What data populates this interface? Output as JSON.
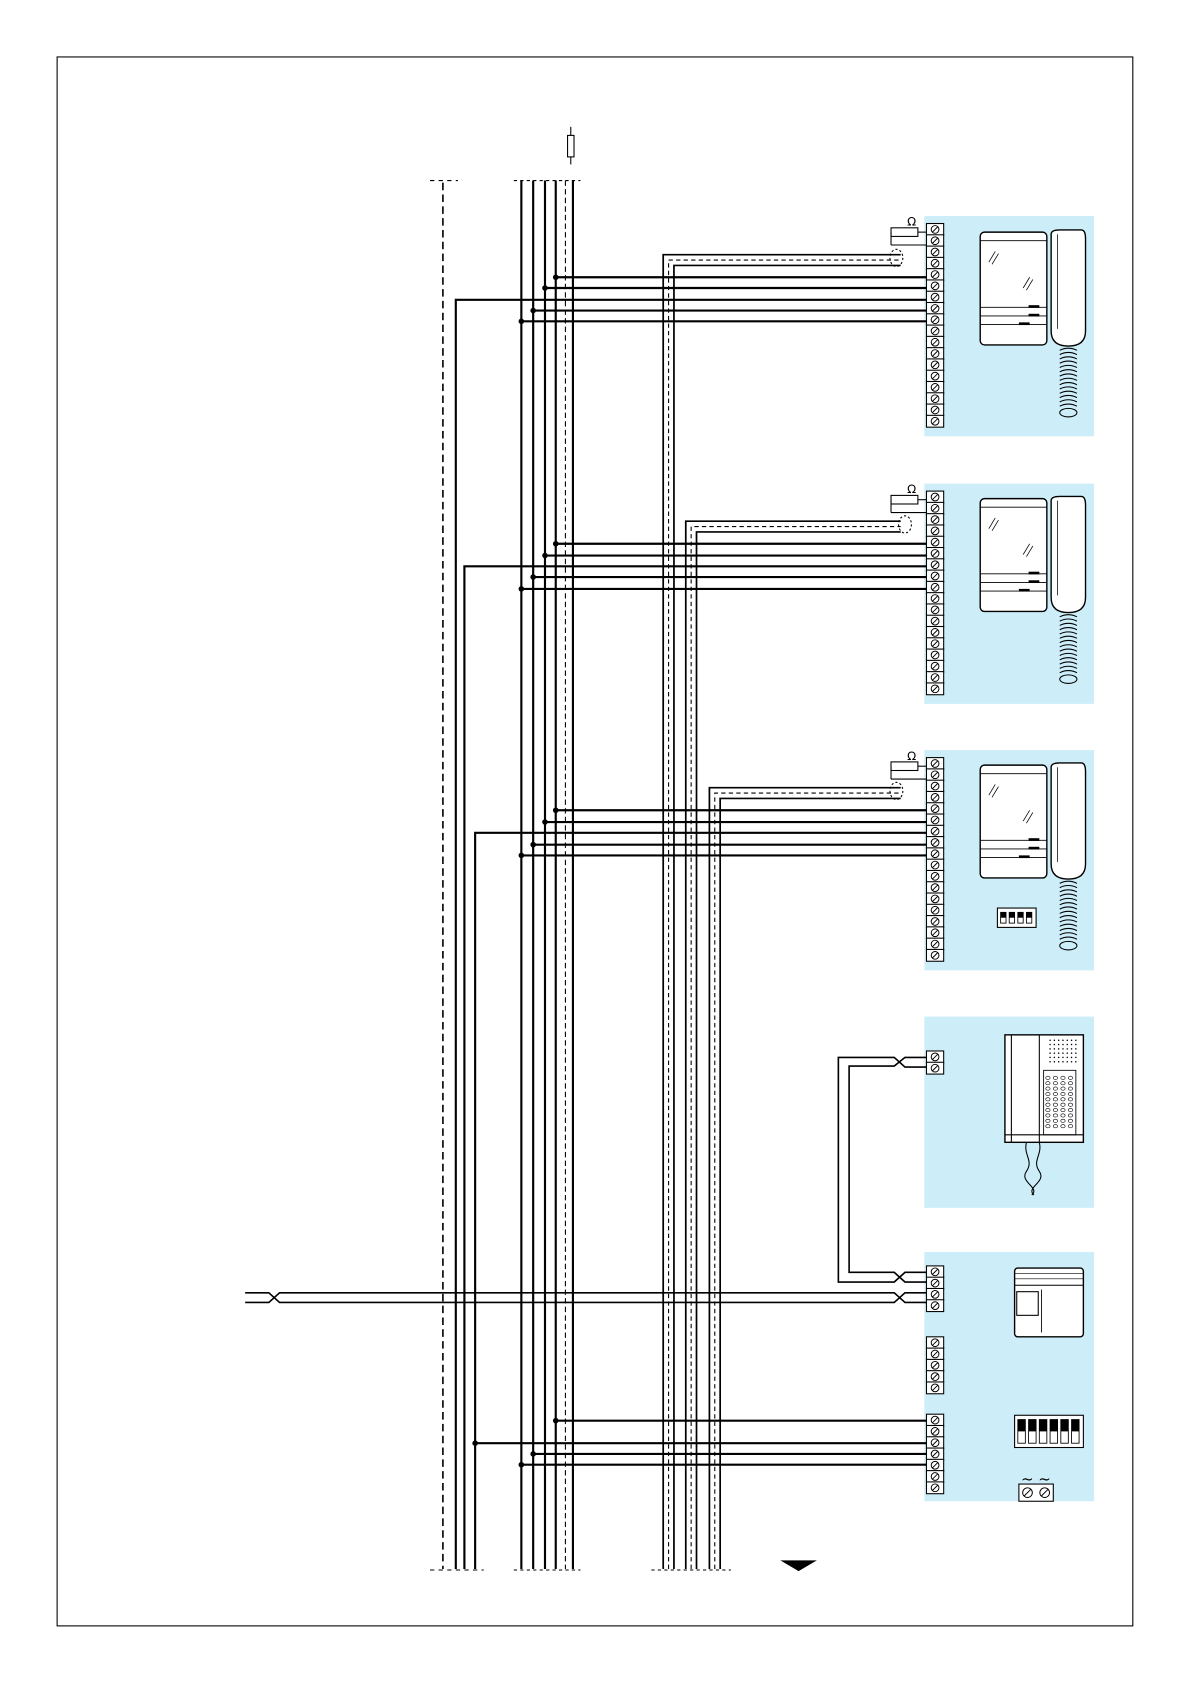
{
  "diagram": {
    "resistor_symbol": "Ω",
    "ac_symbol": "~",
    "handset_units": [
      {
        "name": "handset-1",
        "dip_switch": false
      },
      {
        "name": "handset-2",
        "dip_switch": false
      },
      {
        "name": "handset-3",
        "dip_switch": true
      }
    ],
    "intercom_unit": {
      "name": "intercom-with-keypad"
    },
    "control_unit": {
      "name": "control-module",
      "dip_switch": true,
      "ac_terminals": true
    },
    "colors": {
      "panel_fill": "#cdeef8",
      "line": "#000000",
      "frame": "#000000"
    },
    "icons": [
      "down-arrow-icon",
      "resistor-icon",
      "terminal-strip-icon",
      "handset-icon",
      "dip-switch-icon"
    ]
  }
}
